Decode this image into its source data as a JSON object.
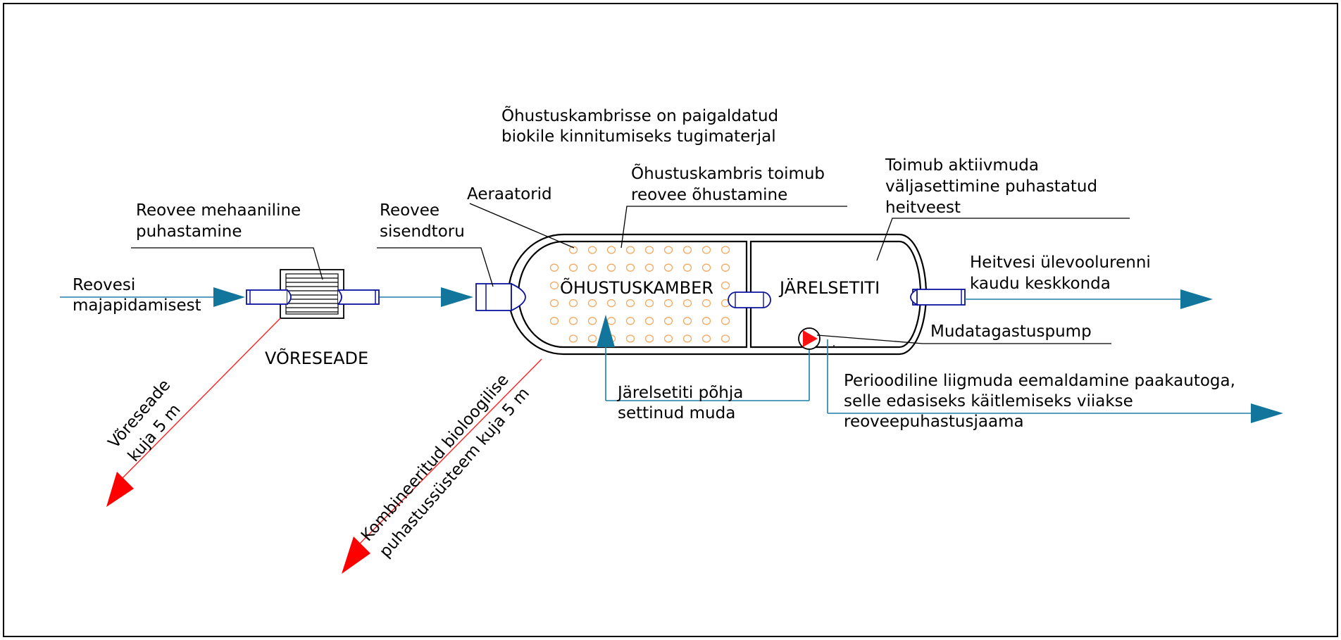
{
  "labels": {
    "reovesi_1": "Reovesi",
    "reovesi_2": "majapidamisest",
    "meh_1": "Reovee mehaaniline",
    "meh_2": "puhastamine",
    "sisend_1": "Reovee",
    "sisend_2": "sisendtoru",
    "aeraatorid": "Aeraatorid",
    "toimub_1": "Õhustuskambris toimub",
    "toimub_2": "reovee õhustamine",
    "tugi_1": "Õhustuskambrisse on paigaldatud",
    "tugi_2": "biokile kinnitumiseks tugimaterjal",
    "akt_1": "Toimub aktiivmuda",
    "akt_2": "väljasettimine puhastatud",
    "akt_3": "heitveest",
    "heit_1": "Heitvesi ülevoolurenni",
    "heit_2": "kaudu keskkonda",
    "pump": "Mudatagastuspump",
    "perio_1": "Perioodiline liigmuda eemaldamine paakautoga,",
    "perio_2": "selle edasiseks käitlemiseks viiakse",
    "perio_3": "reoveepuhastusjaama",
    "jar_1": "Järelsetiti põhja",
    "jar_2": "settinud muda",
    "voreseade": "VÕRESEADE",
    "ohustuskamber": "ÕHUSTUSKAMBER",
    "jarelsetiti": "JÄRELSETITI",
    "kuja1_1": "Võreseade",
    "kuja1_2": "kuja 5 m",
    "kuja2_1": "Kombineeritud bioloogilise",
    "kuja2_2": "puhastussüsteem kuja 5 m"
  },
  "colors": {
    "flow": "#1f7fa6",
    "arrow": "#12759b",
    "pipe": "#0a13a0",
    "distance": "#ff2020",
    "aerator": "#f4a860",
    "pump": "#ff1010"
  }
}
